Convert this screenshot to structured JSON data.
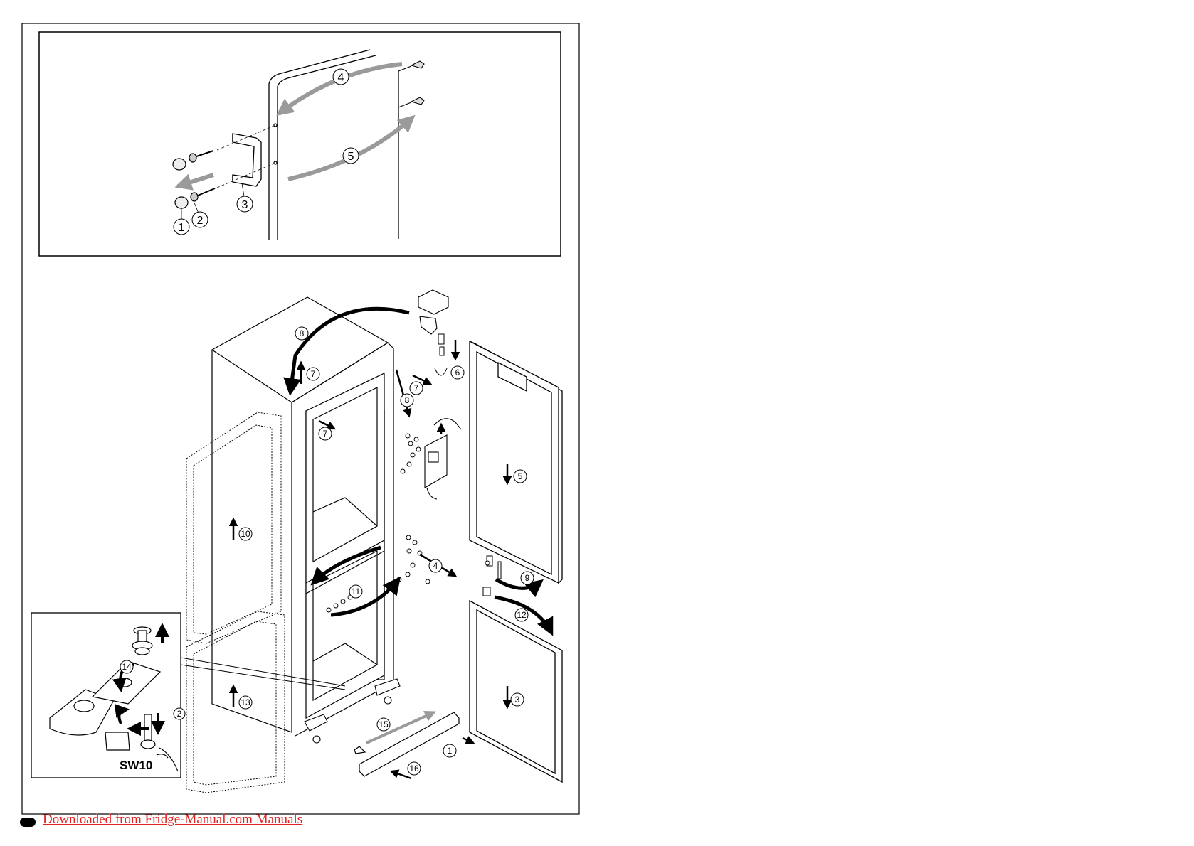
{
  "callouts": {
    "top_1": "1",
    "top_2": "2",
    "top_3": "3",
    "top_4": "4",
    "top_5": "5",
    "b_1": "1",
    "b_2": "2",
    "b_3": "3",
    "b_4": "4",
    "b_5": "5",
    "b_6": "6",
    "b_7a": "7",
    "b_7b": "7",
    "b_7c": "7",
    "b_8a": "8",
    "b_8b": "8",
    "b_9": "9",
    "b_10": "10",
    "b_11": "11",
    "b_12": "12",
    "b_13": "13",
    "b_14": "14",
    "b_15": "15",
    "b_16": "16"
  },
  "wrench_label": "SW10",
  "footer": {
    "link_text": "Downloaded from Fridge-Manual.com Manuals",
    "link_color": "#e32222"
  },
  "colors": {
    "line": "#000000",
    "arrow_gray": "#9a9a9a",
    "panel_fill": "#ffffff"
  }
}
